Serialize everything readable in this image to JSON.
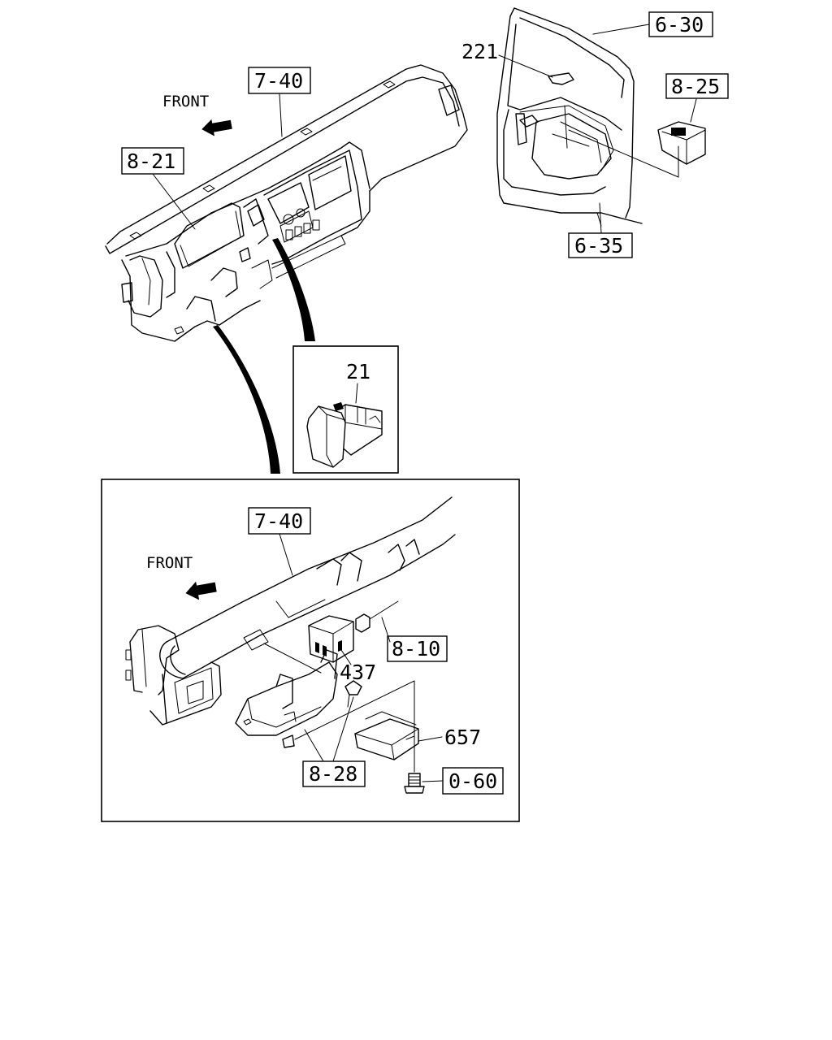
{
  "direction_labels": {
    "top": "FRONT",
    "detail": "FRONT"
  },
  "callouts": {
    "dash_panel": "7-40",
    "cluster": "8-21",
    "door_outer": "6-30",
    "door_trim": "6-35",
    "mirror_switch": "8-25",
    "beam": "7-40",
    "wiring": "8-10",
    "bracket": "8-28",
    "bolt": "0-60"
  },
  "part_numbers": {
    "door_part": "221",
    "switch": "21",
    "relay": "437",
    "module": "657"
  }
}
